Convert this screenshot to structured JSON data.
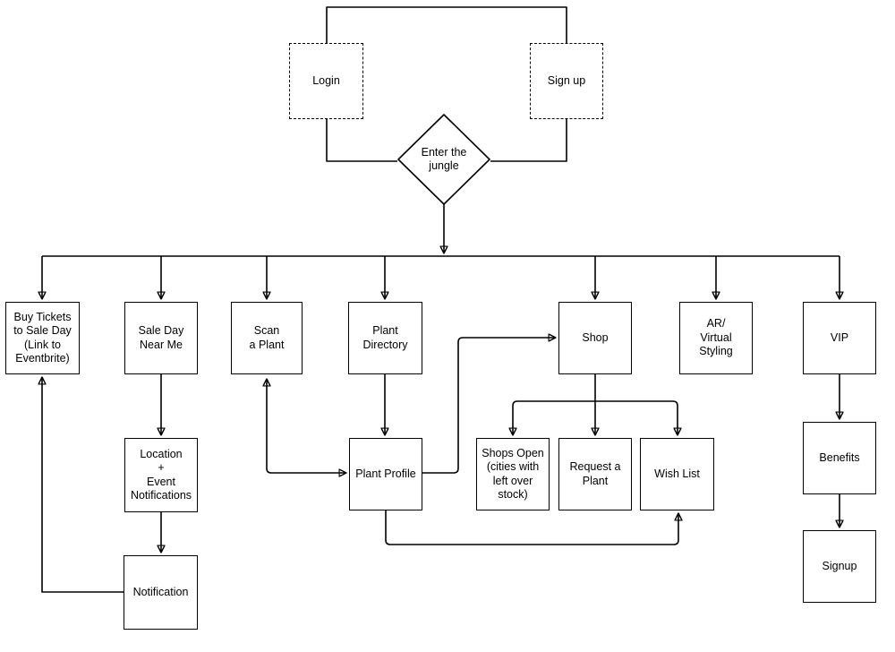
{
  "diagram": {
    "type": "flowchart",
    "colors": {
      "background": "#ffffff",
      "stroke": "#000000",
      "node_fill": "#ffffff",
      "text": "#000000"
    },
    "nodes": {
      "login": {
        "label": "Login",
        "shape": "rectangle-dashed"
      },
      "sign_up": {
        "label": "Sign up",
        "shape": "rectangle-dashed"
      },
      "enter_the_jungle": {
        "label": "Enter the\njungle",
        "shape": "diamond"
      },
      "buy_tickets": {
        "label": "Buy Tickets\nto Sale Day\n(Link to\nEventbrite)",
        "shape": "rectangle"
      },
      "sale_day_near_me": {
        "label": "Sale Day\nNear Me",
        "shape": "rectangle"
      },
      "scan_a_plant": {
        "label": "Scan\na Plant",
        "shape": "rectangle"
      },
      "plant_directory": {
        "label": "Plant\nDirectory",
        "shape": "rectangle"
      },
      "shop": {
        "label": "Shop",
        "shape": "rectangle"
      },
      "ar_virtual_styling": {
        "label": "AR/\nVirtual\nStyling",
        "shape": "rectangle"
      },
      "vip": {
        "label": "VIP",
        "shape": "rectangle"
      },
      "location_event_notifications": {
        "label": "Location\n+\nEvent\nNotifications",
        "shape": "rectangle"
      },
      "plant_profile": {
        "label": "Plant Profile",
        "shape": "rectangle"
      },
      "shops_open": {
        "label": "Shops Open\n(cities with\nleft over\nstock)",
        "shape": "rectangle"
      },
      "request_a_plant": {
        "label": "Request a\nPlant",
        "shape": "rectangle"
      },
      "wish_list": {
        "label": "Wish List",
        "shape": "rectangle"
      },
      "benefits": {
        "label": "Benefits",
        "shape": "rectangle"
      },
      "notification": {
        "label": "Notification",
        "shape": "rectangle"
      },
      "signup_page": {
        "label": "Signup",
        "shape": "rectangle"
      }
    },
    "edges": [
      {
        "from": "login",
        "to": "sign_up",
        "directed": false
      },
      {
        "from": "login",
        "to": "enter_the_jungle",
        "directed": false
      },
      {
        "from": "sign_up",
        "to": "enter_the_jungle",
        "directed": false
      },
      {
        "from": "enter_the_jungle",
        "to": "buy_tickets",
        "directed": true
      },
      {
        "from": "enter_the_jungle",
        "to": "sale_day_near_me",
        "directed": true
      },
      {
        "from": "enter_the_jungle",
        "to": "scan_a_plant",
        "directed": true
      },
      {
        "from": "enter_the_jungle",
        "to": "plant_directory",
        "directed": true
      },
      {
        "from": "enter_the_jungle",
        "to": "shop",
        "directed": true
      },
      {
        "from": "enter_the_jungle",
        "to": "ar_virtual_styling",
        "directed": true
      },
      {
        "from": "enter_the_jungle",
        "to": "vip",
        "directed": true
      },
      {
        "from": "sale_day_near_me",
        "to": "location_event_notifications",
        "directed": true
      },
      {
        "from": "location_event_notifications",
        "to": "notification",
        "directed": true
      },
      {
        "from": "notification",
        "to": "buy_tickets",
        "directed": true
      },
      {
        "from": "plant_directory",
        "to": "plant_profile",
        "directed": true
      },
      {
        "from": "scan_a_plant",
        "to": "plant_profile",
        "directed": true,
        "bidirectional": true
      },
      {
        "from": "plant_profile",
        "to": "shop",
        "directed": true
      },
      {
        "from": "shop",
        "to": "shops_open",
        "directed": true
      },
      {
        "from": "shop",
        "to": "request_a_plant",
        "directed": true
      },
      {
        "from": "shop",
        "to": "wish_list",
        "directed": true
      },
      {
        "from": "plant_profile",
        "to": "wish_list",
        "directed": true
      },
      {
        "from": "vip",
        "to": "benefits",
        "directed": true
      },
      {
        "from": "benefits",
        "to": "signup_page",
        "directed": true
      }
    ]
  }
}
